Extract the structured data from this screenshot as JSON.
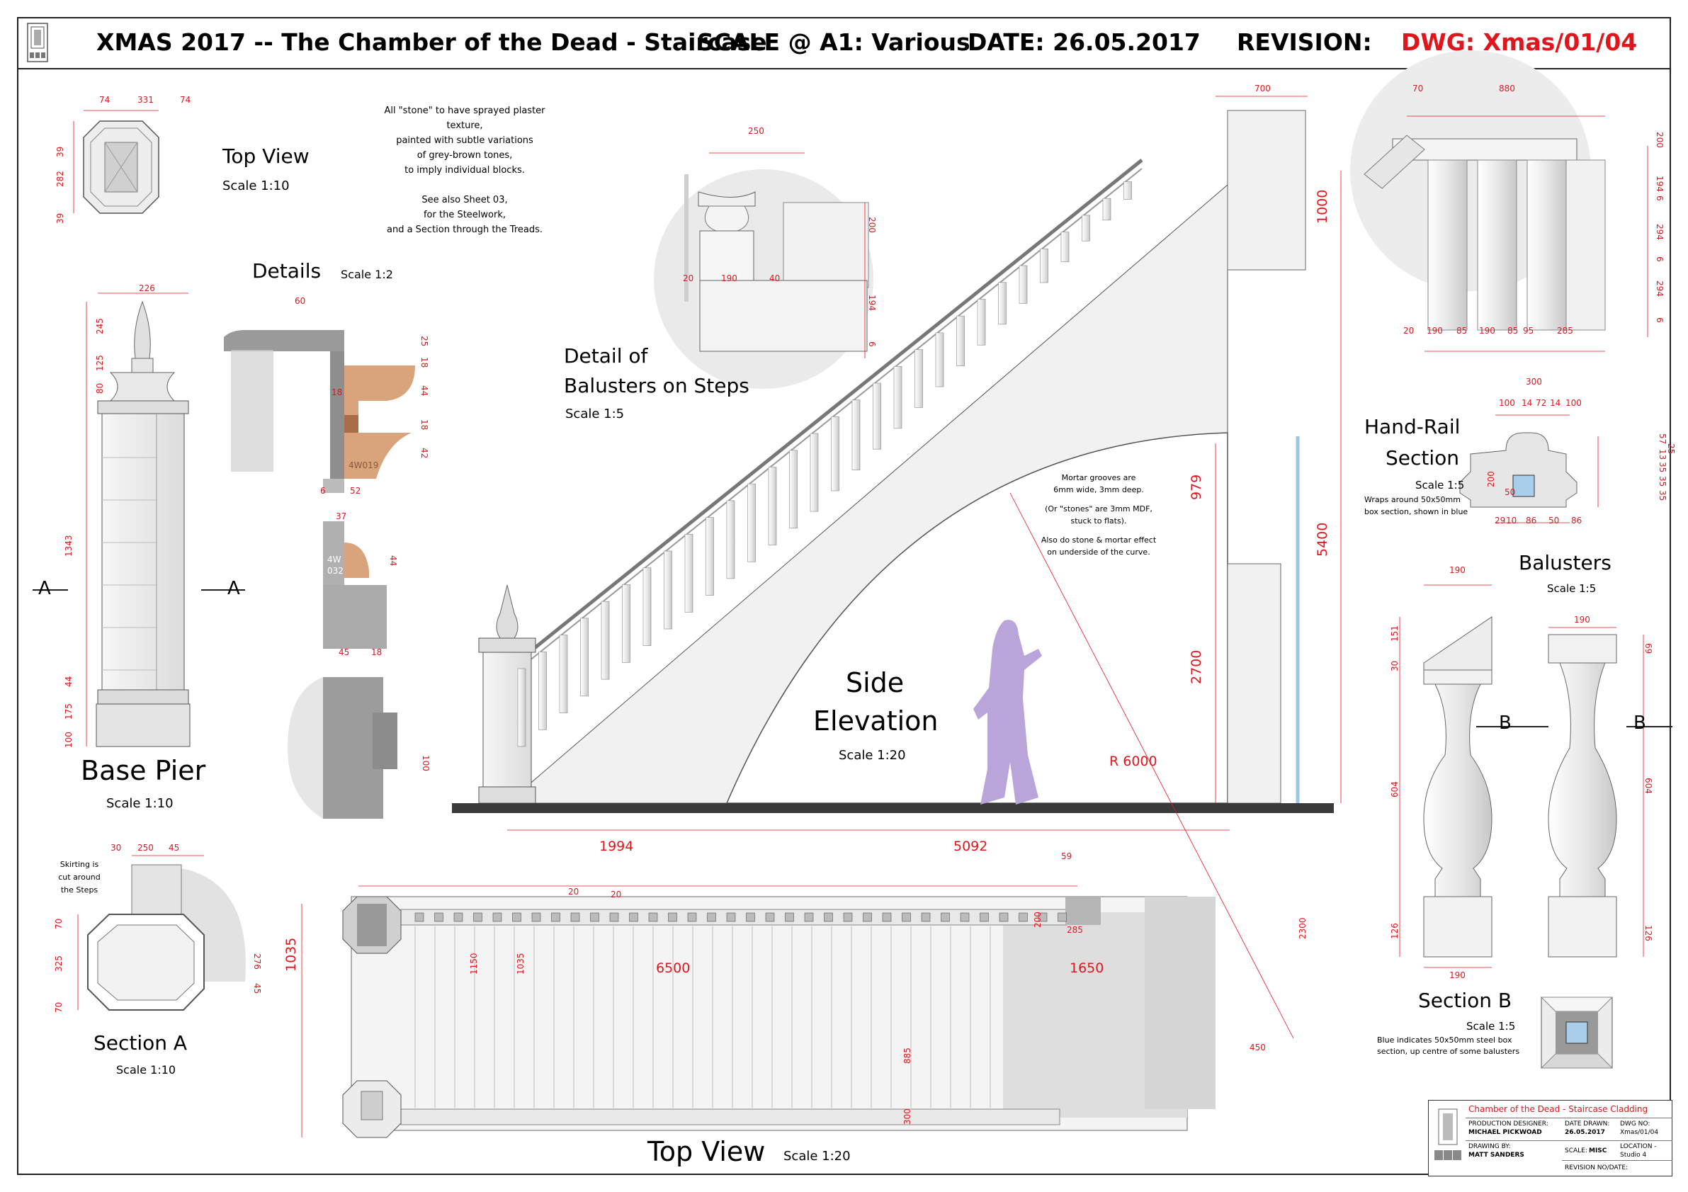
{
  "header": {
    "project": "XMAS 2017  --  The Chamber of the Dead  -  Staircase",
    "scale": "SCALE @ A1:  Various",
    "date": "DATE:  26.05.2017",
    "revision": "REVISION:",
    "dwg": "DWG: Xmas/01/04"
  },
  "colors": {
    "accent_red": "#e0161d",
    "figure_purple": "#b9a5d9",
    "wood": "#d9a37c",
    "stone": "#ececec",
    "box_blue": "#a9cdea"
  },
  "top_view_pier": {
    "title": "Top View",
    "scale": "Scale 1:10",
    "dims": [
      "74",
      "331",
      "74",
      "39",
      "282",
      "39"
    ]
  },
  "notes": {
    "lines": [
      "All \"stone\" to have sprayed plaster texture,",
      "painted with subtle variations",
      "of grey-brown tones,",
      "to imply individual blocks.",
      "",
      "See also Sheet 03,",
      "for the Steelwork,",
      "and a Section through the Treads."
    ]
  },
  "details": {
    "title": "Details",
    "scale": "Scale 1:2",
    "dims": [
      "60",
      "25",
      "18",
      "44",
      "18",
      "42",
      "18",
      "6",
      "52",
      "37",
      "44",
      "45",
      "18",
      "100"
    ],
    "wood_a": "4W019",
    "wood_b_1": "4W",
    "wood_b_2": "032"
  },
  "base_pier": {
    "title": "Base Pier",
    "scale": "Scale 1:10",
    "dims": [
      "226",
      "245",
      "125",
      "80",
      "1343",
      "44",
      "175",
      "100"
    ],
    "section_marker": "A"
  },
  "section_a": {
    "title": "Section A",
    "scale": "Scale 1:10",
    "note_1": "Skirting is",
    "note_2": "cut around",
    "note_3": "the Steps",
    "dims": [
      "30",
      "250",
      "45",
      "70",
      "325",
      "70",
      "276",
      "45",
      "1035"
    ]
  },
  "balusters_detail": {
    "title_1": "Detail of",
    "title_2": "Balusters on Steps",
    "scale": "Scale 1:5",
    "dims": [
      "250",
      "200",
      "194",
      "6",
      "20",
      "190",
      "40"
    ]
  },
  "side_elevation": {
    "title_1": "Side",
    "title_2": "Elevation",
    "scale": "Scale 1:20",
    "mortar_note": [
      "Mortar grooves are",
      "6mm wide, 3mm deep.",
      "",
      "(Or \"stones\" are 3mm MDF,",
      "stuck to flats).",
      "",
      "Also do stone & mortar effect",
      "on underside of the curve."
    ],
    "dims": [
      "700",
      "1000",
      "979",
      "5400",
      "2700",
      "1994",
      "5092",
      "R 6000",
      "2300",
      "450"
    ]
  },
  "rail_detail": {
    "dims": [
      "70",
      "880",
      "200",
      "194",
      "6",
      "294",
      "6",
      "294",
      "6",
      "20",
      "190",
      "85",
      "190",
      "85",
      "95",
      "285"
    ]
  },
  "hand_rail": {
    "title_1": "Hand-Rail",
    "title_2": "Section",
    "scale": "Scale 1:5",
    "note_1": "Wraps around 50x50mm",
    "note_2": "box section, shown in blue",
    "dims": [
      "300",
      "100",
      "14",
      "72",
      "14",
      "100",
      "57",
      "13",
      "35",
      "35",
      "35",
      "25",
      "200",
      "50",
      "29",
      "10",
      "86",
      "50",
      "86"
    ]
  },
  "balusters": {
    "title": "Balusters",
    "scale": "Scale 1:5",
    "dims": [
      "190",
      "151",
      "30",
      "604",
      "126",
      "190",
      "190",
      "69",
      "604",
      "126"
    ],
    "section_marker": "B"
  },
  "section_b": {
    "title": "Section B",
    "scale": "Scale 1:5",
    "note_1": "Blue indicates 50x50mm steel box",
    "note_2": "section, up centre of some balusters"
  },
  "top_view_stair": {
    "title": "Top View",
    "scale": "Scale 1:20",
    "dims": [
      "20",
      "20",
      "59",
      "200",
      "285",
      "1150",
      "1035",
      "6500",
      "1650",
      "885",
      "300"
    ]
  },
  "title_block": {
    "title": "Chamber of the Dead  -  Staircase Cladding",
    "production_designer_label": "PRODUCTION DESIGNER:",
    "production_designer": "MICHAEL PICKWOAD",
    "date_drawn_label": "DATE DRAWN:",
    "date_drawn": "26.05.2017",
    "dwg_no_label": "DWG NO:",
    "dwg_no": "Xmas/01/04",
    "drawing_by_label": "DRAWING BY:",
    "drawing_by": "MATT SANDERS",
    "scale_label": "SCALE:",
    "scale": "MISC",
    "location_label": "LOCATION -",
    "location": "Studio 4",
    "revision_label": "REVISION NO/DATE:"
  }
}
